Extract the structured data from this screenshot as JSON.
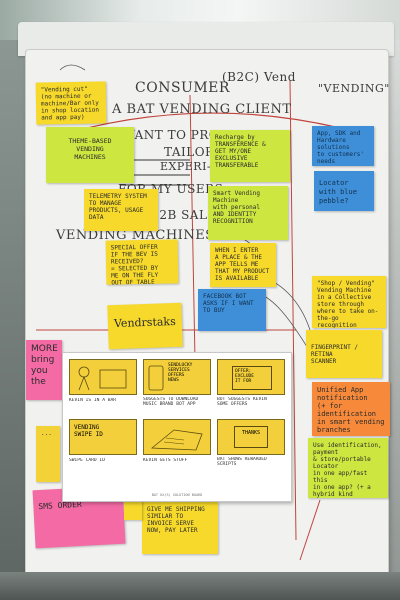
{
  "board": {
    "headline": [
      "CONSUMER",
      "(B2C) Vend",
      "A BAT VENDING CLIENT",
      "WE WANT TO PRO-",
      "TAILORED",
      "EXPERI-",
      "FOR MY USERS",
      "B2B SALES",
      "VENDING MACHINES"
    ],
    "side_word": "\"VENDING\""
  },
  "notes": [
    {
      "id": "note-vending-cut",
      "text": "\"Vending cut\"\n(no machine or\nmachine/Bar only\nin shop location\nand app pay)"
    },
    {
      "id": "note-theme",
      "text": "THEME-BASED\nVENDING\nMACHINES"
    },
    {
      "id": "note-recharge",
      "text": "Recharge by\nTRANSFERENCE &\nGET MY/ONE\nEXCLUSIVE TRANSFERABLE\n"
    },
    {
      "id": "note-app-web",
      "text": "App, SDK and\nHardware solutions\nto customers' needs"
    },
    {
      "id": "note-telemetry",
      "text": "TELEMETRY SYSTEM\nTO MANAGE PRODUCTS, USAGE\nDATA"
    },
    {
      "id": "note-smart",
      "text": "Smart Vending\nMachine\nwith personal\nAND IDENTITY RECOGNITION"
    },
    {
      "id": "note-locator",
      "text": "Locator\nwith blue pebble?"
    },
    {
      "id": "note-special-offer",
      "text": "SPECIAL OFFER\nIF THE BEV IS\nRECEIVED?\n= SELECTED BY\nME ON THE FLY\nOUT OF TABLE"
    },
    {
      "id": "note-when-enter",
      "text": "WHEN I ENTER\nA PLACE & THE\nAPP TELLS ME\nTHAT MY PRODUCT\nIS AVAILABLE"
    },
    {
      "id": "note-facebook",
      "text": "FACEBOOK BOT\nASKS IF I WANT\nTO BUY"
    },
    {
      "id": "note-shop-vending",
      "text": "\"Shop / Vending\" Vending Machine\nin a Collective store through\nwhere to take on-the-go\nrecognition"
    },
    {
      "id": "note-vendrstaks",
      "text": "Vendrstaks"
    },
    {
      "id": "note-fingerprint",
      "text": "FINGERPRINT / RETINA\nSCANNER"
    },
    {
      "id": "note-more",
      "text": "MORE\nbring\nyou\nthe"
    },
    {
      "id": "note-unified",
      "text": "Unified App\nnotification\n(+ for identification\nin smart vending\nbranches"
    },
    {
      "id": "note-identification",
      "text": "Use identification, payment\n& store/portable Locator\nin one app/fast this\nin one app? (+ a hybrid kind\nof marking)"
    },
    {
      "id": "note-sms",
      "text": "SMS ORDER"
    },
    {
      "id": "note-give-me",
      "text": "GIVE ME SHIPPING\nSIMILAR TO\nINVOICE SERVE\nNOW, PAY LATER"
    },
    {
      "id": "note-small-left",
      "text": "..."
    }
  ],
  "storyboard": {
    "captions": [
      "KEVIN IS IN A BAR",
      "SUGGESTS TO DOWNLOAD\nMUSIC BRAND BOT APP",
      "BOT SUGGESTS KEVIN\nSOME OFFERS",
      "SWIPE CARD ID",
      "KEVIN GETS STUFF",
      "BAT SHOWS REWARDED\nSCRIPTS"
    ],
    "panel_texts": [
      "",
      "SENDLUCKY\nSERVICES\nOFFERS\nNEWS",
      "OFFER:\nEXCLUDE\nIT FOR",
      "VENDING\nSWIPE ID",
      "",
      "THANKS"
    ],
    "footer": "BAT UX(S) SOLUTION BOARD"
  }
}
